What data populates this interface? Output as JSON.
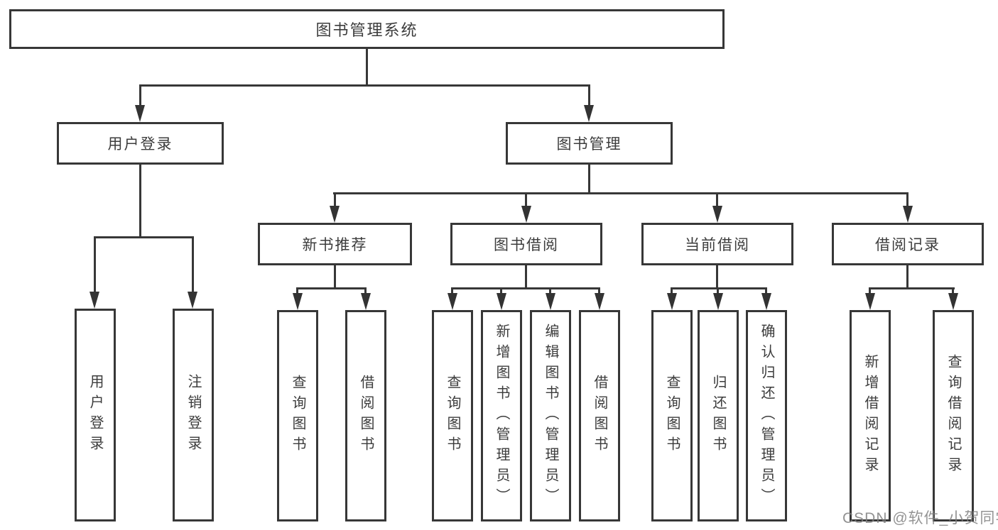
{
  "tree": {
    "label": "图书管理系统",
    "children": [
      {
        "label": "用户登录",
        "children": [
          {
            "label": "用户登录"
          },
          {
            "label": "注销登录"
          }
        ]
      },
      {
        "label": "图书管理",
        "children": [
          {
            "label": "新书推荐",
            "children": [
              {
                "label": "查询图书"
              },
              {
                "label": "借阅图书"
              }
            ]
          },
          {
            "label": "图书借阅",
            "children": [
              {
                "label": "查询图书"
              },
              {
                "label": "新增图书（管理员）"
              },
              {
                "label": "编辑图书（管理员）"
              },
              {
                "label": "借阅图书"
              }
            ]
          },
          {
            "label": "当前借阅",
            "children": [
              {
                "label": "查询图书"
              },
              {
                "label": "归还图书"
              },
              {
                "label": "确认归还（管理员）"
              }
            ]
          },
          {
            "label": "借阅记录",
            "children": [
              {
                "label": "新增借阅记录"
              },
              {
                "label": "查询借阅记录"
              }
            ]
          }
        ]
      }
    ]
  },
  "watermark": {
    "text": "CSDN @软件_小贺同学"
  },
  "colors": {
    "line": "#373737",
    "text": "#3c3c3c",
    "background": "#ffffff"
  }
}
